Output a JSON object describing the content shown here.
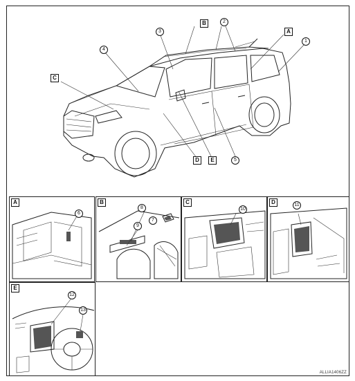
{
  "main_view": {
    "area_tags": [
      "B",
      "A",
      "C",
      "D",
      "E"
    ],
    "callouts": [
      "2",
      "3",
      "4",
      "1",
      "5"
    ]
  },
  "details": [
    {
      "tag": "A",
      "callouts": [
        "6"
      ]
    },
    {
      "tag": "B",
      "callouts": [
        "8",
        "7",
        "9"
      ]
    },
    {
      "tag": "C",
      "callouts": [
        "10"
      ]
    },
    {
      "tag": "D",
      "callouts": [
        "11"
      ]
    },
    {
      "tag": "E",
      "callouts": [
        "12",
        "13"
      ]
    }
  ],
  "reference_code": "ALLIA1406ZZ"
}
